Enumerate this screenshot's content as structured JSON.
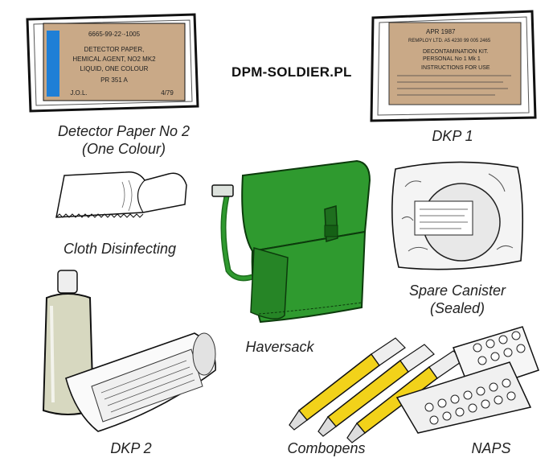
{
  "watermark": "DPM-SOLDIER.PL",
  "items": {
    "detector_paper": {
      "caption_line1": "Detector Paper No 2",
      "caption_line2": "(One Colour)",
      "label_lines": [
        "6665-99-22·-1005",
        "DETECTOR PAPER,",
        "HEMICAL AGENT, NO2 MK2",
        "LIQUID, ONE COLOUR",
        "PR 351 A",
        "J.O.L.",
        "4/79"
      ]
    },
    "dkp1": {
      "caption": "DKP 1",
      "label_lines": [
        "APR 1987",
        "REMPLOY LTD. A5 4230 99 005 2465",
        "DECONTAMINATION KIT.",
        "PERSONAL No 1 Mk 1",
        "INSTRUCTIONS FOR USE"
      ]
    },
    "cloth": {
      "caption": "Cloth Disinfecting"
    },
    "haversack": {
      "caption": "Haversack"
    },
    "spare_canister": {
      "caption_line1": "Spare Canister",
      "caption_line2": "(Sealed)"
    },
    "dkp2": {
      "caption": "DKP 2"
    },
    "combopens": {
      "caption": "Combopens"
    },
    "naps": {
      "caption": "NAPS"
    }
  },
  "colors": {
    "kraft_label": "#c9a987",
    "blue_stripe": "#1f7fd6",
    "haversack_green": "#2f9a2f",
    "haversack_dark": "#1e6e1e",
    "bottle": "#d7d8c0",
    "pen_yellow": "#f2d21a"
  }
}
